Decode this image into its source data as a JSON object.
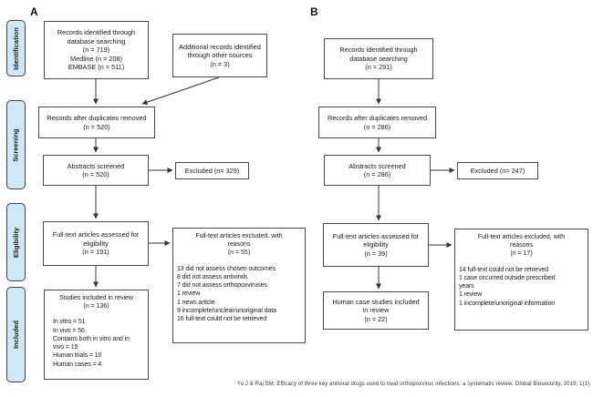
{
  "colors": {
    "stage_fill": "#cfe8f6",
    "box_border": "#4a4a4a",
    "arrow": "#333333"
  },
  "stages": [
    {
      "label": "Identification"
    },
    {
      "label": "Screening"
    },
    {
      "label": "Eligibility"
    },
    {
      "label": "Included"
    }
  ],
  "panel_a": {
    "label": "A",
    "records_identified": "Records identified through\ndatabase searching\n(n = 719)\nMedline (n = 208)\nEMBASE (n = 511)",
    "additional_records": "Additional records identified\nthrough other sources\n(n = 3)",
    "duplicates_removed": "Records after duplicates removed\n(n = 520)",
    "abstracts_screened": "Abstracts screened\n(n = 520)",
    "excluded": "Excluded (n= 329)",
    "fulltext_assessed": "Full-text articles assessed for\neligibility\n(n = 191)",
    "fulltext_excluded_title": "Full-text articles excluded, with\nreasons\n(n = 55)",
    "fulltext_excluded_reasons": "13 did not assess chosen outcomes\n8 did not assess antivirals\n7 did not assess orthopoxviruses\n1 review\n1 news article\n9 incomplete/unclear/unoriginal data\n16 full-text could not be retrieved",
    "included_title": "Studies included in review\n(n = 136)",
    "included_details": "In vitro = 51\nIn vivo = 56\nContains both in vitro and in\nvivo = 15\nHuman trials = 10\nHuman cases = 4"
  },
  "panel_b": {
    "label": "B",
    "records_identified": "Records identified through\ndatabase searching\n(n = 291)",
    "duplicates_removed": "Records after duplicates removed\n(n = 286)",
    "abstracts_screened": "Abstracts screened\n(n = 286)",
    "excluded": "Excluded (n= 247)",
    "fulltext_assessed": "Full-text articles assessed for\neligibility\n(n = 39)",
    "fulltext_excluded_title": "Full-text articles excluded, with\nreasons\n(n = 17)",
    "fulltext_excluded_reasons": "14 full-text could not be retrieved\n1 case occurred outside prescribed\nyears\n1 review\n1 incomplete/unoriginal information",
    "included": "Human case studies included\nin review\n(n = 22)"
  },
  "footer": {
    "citation": "Yu J & Raj SM. Efficacy of three key antiviral drugs used to treat orthopoxvirus infections: a systematic review. Global Biosecurity, 2019; 1(1)."
  }
}
